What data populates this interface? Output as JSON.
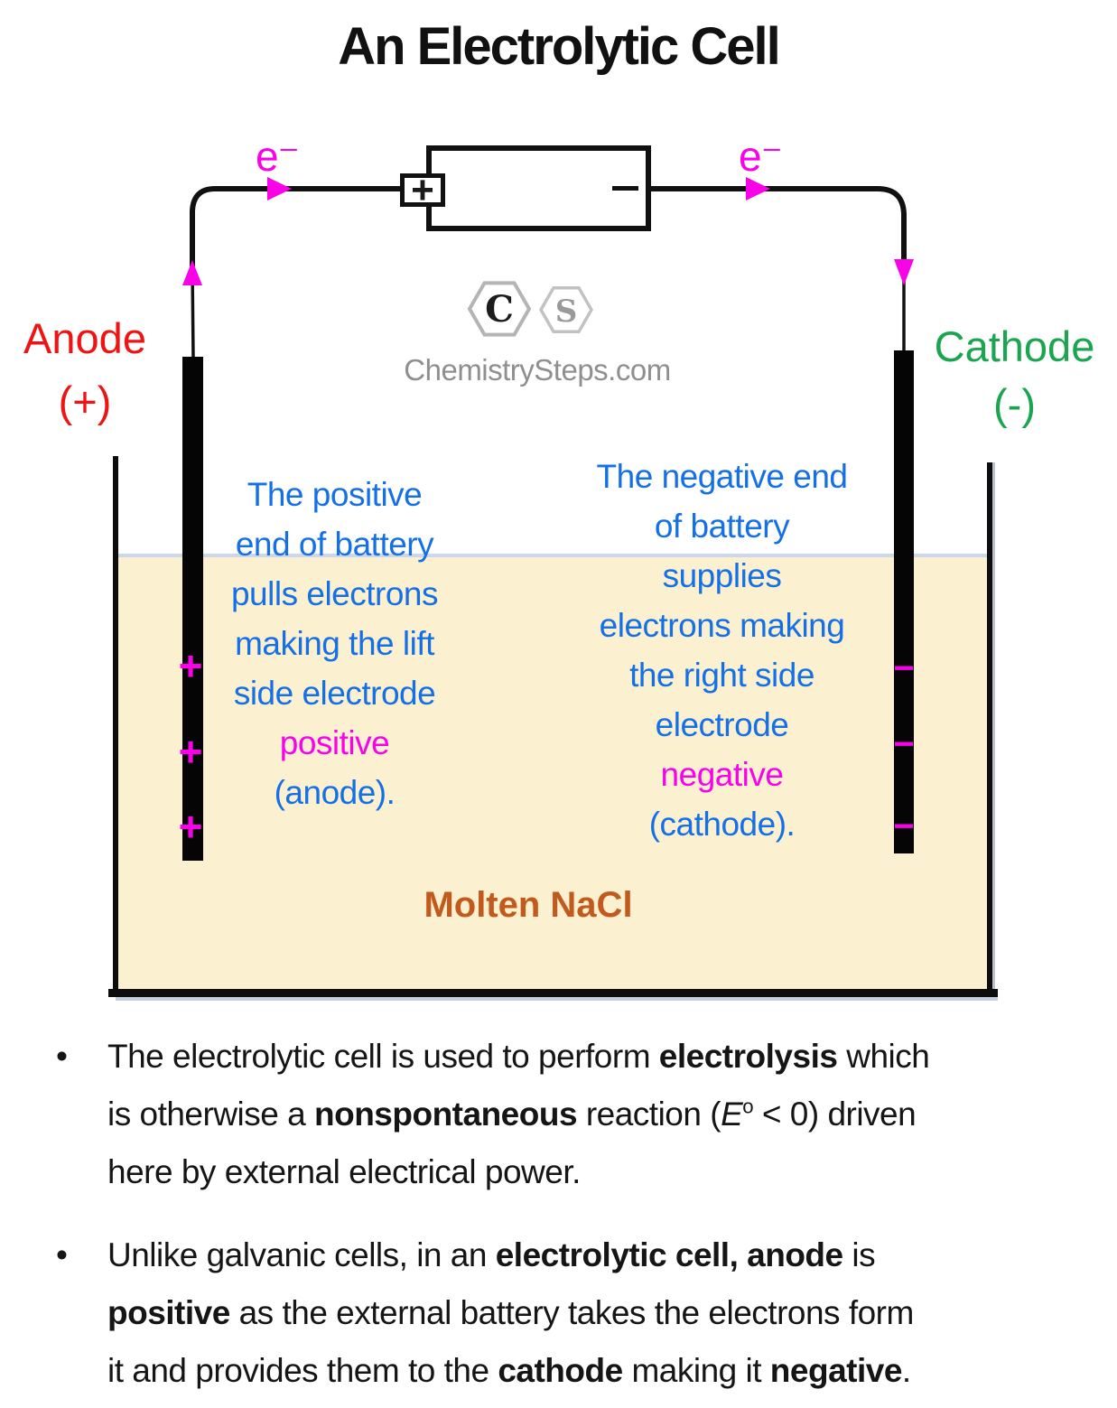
{
  "title": "An Electrolytic Cell",
  "bullet_char": "•",
  "colors": {
    "red": "#ee1414",
    "green": "#1ba550",
    "magenta": "#f803e8",
    "blue": "#1570e6",
    "orange": "#c25a1e",
    "liquid": "#fbf0d0",
    "logo_gray": "#8f8f8f"
  },
  "circuit": {
    "electron_label_left": "e⁻",
    "electron_label_right": "e⁻",
    "battery_plus": "+",
    "battery_minus": "−"
  },
  "logo": {
    "letter_c": "C",
    "letter_s": "S",
    "site": "ChemistrySteps.com"
  },
  "anode": {
    "label": "Anode",
    "sign": "(+)"
  },
  "cathode": {
    "label": "Cathode",
    "sign": "(-)"
  },
  "electrolyte_label": "Molten NaCl",
  "left_note": [
    {
      "text": "The positive",
      "color": "blue"
    },
    {
      "text": "end of battery",
      "color": "blue"
    },
    {
      "text": "pulls electrons",
      "color": "blue"
    },
    {
      "text": "making the lift",
      "color": "blue"
    },
    {
      "text": "side electrode",
      "color": "blue"
    },
    {
      "text": "positive",
      "color": "magenta"
    },
    {
      "text": "(anode).",
      "color": "blue"
    }
  ],
  "right_note": [
    {
      "text": "The negative end",
      "color": "blue"
    },
    {
      "text": "of battery",
      "color": "blue"
    },
    {
      "text": "supplies",
      "color": "blue"
    },
    {
      "text": "electrons making",
      "color": "blue"
    },
    {
      "text": "the right side",
      "color": "blue"
    },
    {
      "text": "electrode",
      "color": "blue"
    },
    {
      "text": "negative",
      "color": "magenta"
    },
    {
      "text": "(cathode).",
      "color": "blue"
    }
  ],
  "electrode_signs": {
    "left": [
      "+",
      "+",
      "+"
    ],
    "right": [
      "−",
      "−",
      "−"
    ]
  },
  "bullets": [
    {
      "lines": [
        [
          {
            "t": "The electrolytic cell is used to perform "
          },
          {
            "t": "electrolysis",
            "b": true
          },
          {
            "t": " which"
          }
        ],
        [
          {
            "t": "is otherwise a "
          },
          {
            "t": "nonspontaneous",
            "b": true
          },
          {
            "t": " reaction ("
          },
          {
            "t": "E",
            "i": true
          },
          {
            "t": "o",
            "sup": true
          },
          {
            "t": " < 0) driven"
          }
        ],
        [
          {
            "t": "here by external electrical power."
          }
        ]
      ]
    },
    {
      "lines": [
        [
          {
            "t": "Unlike galvanic cells, in an "
          },
          {
            "t": "electrolytic cell,",
            "b": true
          },
          {
            "t": " "
          },
          {
            "t": "anode",
            "b": true
          },
          {
            "t": " is"
          }
        ],
        [
          {
            "t": "positive",
            "b": true
          },
          {
            "t": " as the external battery takes the electrons form"
          }
        ],
        [
          {
            "t": "it and provides them to the "
          },
          {
            "t": "cathode",
            "b": true
          },
          {
            "t": " making it "
          },
          {
            "t": "negative",
            "b": true
          },
          {
            "t": "."
          }
        ]
      ]
    }
  ]
}
